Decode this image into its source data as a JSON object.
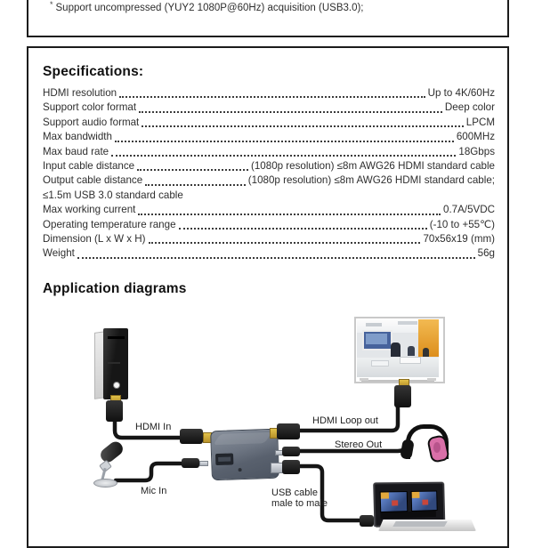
{
  "page": {
    "top_note_bullet": "*",
    "top_note": "Support uncompressed (YUY2 1080P@60Hz) acquisition (USB3.0);"
  },
  "specifications": {
    "heading": "Specifications:",
    "rows": [
      {
        "label": "HDMI resolution ",
        "value": "Up to 4K/60Hz"
      },
      {
        "label": "Support color format ",
        "value": "Deep color"
      },
      {
        "label": "Support audio format",
        "value": "LPCM"
      },
      {
        "label": "Max bandwidth",
        "value": "600MHz"
      },
      {
        "label": "Max baud rate",
        "value": "18Gbps"
      },
      {
        "label": "Input cable distance",
        "value": "(1080p resolution) ≤8m AWG26 HDMI standard cable"
      },
      {
        "label": "Output cable distance",
        "value": "(1080p resolution) ≤8m AWG26 HDMI standard cable;"
      },
      {
        "label": "≤1.5m USB 3.0 standard cable",
        "value": "",
        "continuation": true
      },
      {
        "label": "Max working current ",
        "value": "0.7A/5VDC"
      },
      {
        "label": "Operating temperature range",
        "value": "(-10 to +55℃)"
      },
      {
        "label": "Dimension (L x W x H)",
        "value": "70x56x19 (mm)"
      },
      {
        "label": "Weight ",
        "value": "56g"
      }
    ]
  },
  "application": {
    "heading": "Application diagrams",
    "labels": {
      "hdmi_in": "HDMI In",
      "mic_in": "Mic In",
      "hdmi_loop_out": "HDMI Loop out",
      "stereo_out": "Stereo Out",
      "usb_cable_line1": "USB cable",
      "usb_cable_line2": "male to male"
    },
    "devices": [
      "desktop-pc",
      "microphone",
      "capture-box",
      "tv",
      "headphones",
      "laptop"
    ]
  },
  "colors": {
    "capture_box": "#6e7683",
    "headphones_accent": "#d96fa8",
    "tv_wall_accent": "#dd8e1c",
    "border": "#1c1c1c"
  }
}
